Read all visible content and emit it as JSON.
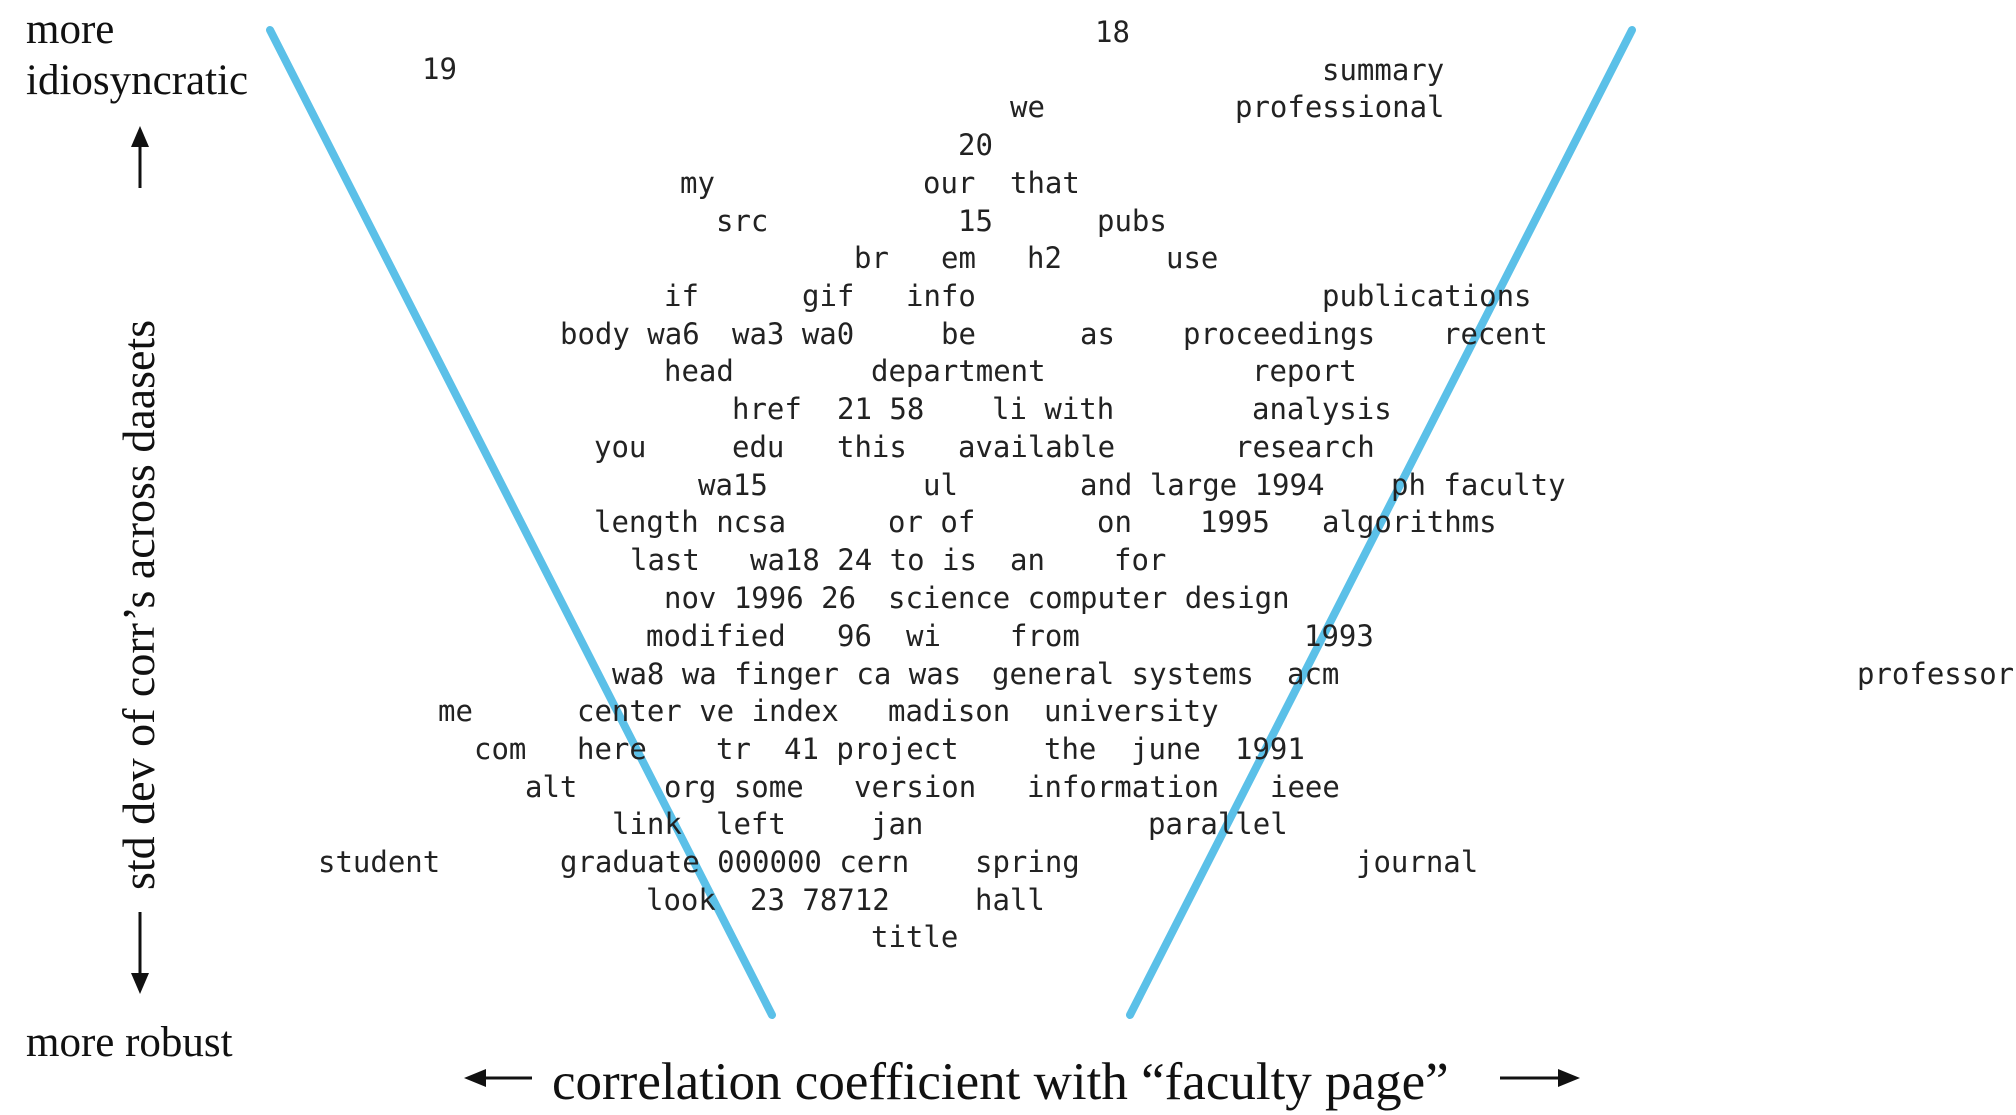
{
  "labels": {
    "more_idiosyncratic": "more\nidiosyncratic",
    "more_robust": "more robust",
    "x_axis": "correlation coefficient with “faculty page”",
    "y_axis": "std dev of corr’s across daasets"
  },
  "colors": {
    "v_lines": "#5bc0e8",
    "text": "#222222",
    "arrows": "#111111"
  },
  "words": [
    "18",
    "19",
    "summary",
    "we",
    "professional",
    "20",
    "my",
    "our",
    "that",
    "src",
    "15",
    "pubs",
    "br",
    "em",
    "h2",
    "use",
    "if",
    "gif",
    "info",
    "publications",
    "body wa6",
    "wa3 wa0",
    "be",
    "as",
    "proceedings",
    "recent",
    "head",
    "department",
    "report",
    "href",
    "21 58",
    "li with",
    "analysis",
    "you",
    "edu",
    "this",
    "available",
    "research",
    "wa15",
    "ul",
    "and large 1994",
    "ph faculty",
    "length ncsa",
    "or of",
    "on",
    "1995",
    "algorithms",
    "last",
    "wa18 24 to is",
    "an",
    "for",
    "nov 1996 26",
    "science computer design",
    "modified",
    "96",
    "wi",
    "from",
    "1993",
    "wa8 wa finger ca was",
    "general systems",
    "acm",
    "professor",
    "me",
    "center ve index",
    "madison",
    "university",
    "com",
    "here",
    "tr",
    "41 project",
    "the",
    "june",
    "1991",
    "alt",
    "org some",
    "version",
    "information",
    "ieee",
    "link",
    "left",
    "jan",
    "parallel",
    "student",
    "graduate 000000 cern",
    "spring",
    "journal",
    "look",
    "23 78712",
    "hall",
    "title"
  ]
}
